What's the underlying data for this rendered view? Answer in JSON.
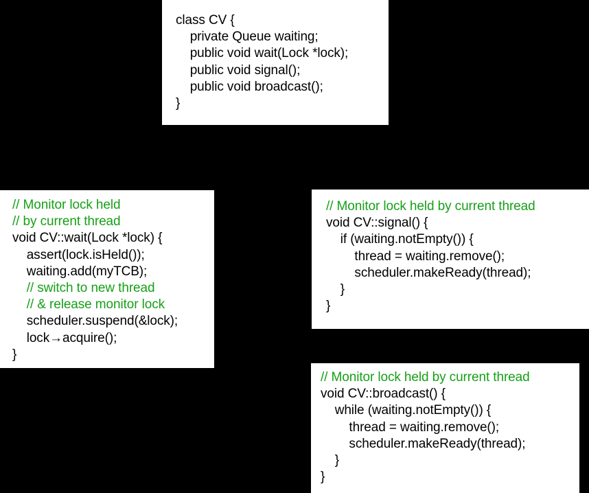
{
  "page": {
    "background_color": "#000000",
    "box_background_color": "#ffffff",
    "code_color": "#000000",
    "comment_color": "#16a016"
  },
  "boxes": [
    {
      "name": "class-cv-declaration",
      "lines": [
        {
          "text": "class CV {",
          "kind": "code"
        },
        {
          "text": "    private Queue waiting;",
          "kind": "code"
        },
        {
          "text": "    public void wait(Lock *lock);",
          "kind": "code"
        },
        {
          "text": "    public void signal();",
          "kind": "code"
        },
        {
          "text": "    public void broadcast();",
          "kind": "code"
        },
        {
          "text": "}",
          "kind": "code"
        }
      ]
    },
    {
      "name": "cv-wait-implementation",
      "lines": [
        {
          "text": "// Monitor lock held",
          "kind": "comment"
        },
        {
          "text": "// by current thread",
          "kind": "comment"
        },
        {
          "text": "void CV::wait(Lock *lock) {",
          "kind": "code"
        },
        {
          "text": "    assert(lock.isHeld());",
          "kind": "code"
        },
        {
          "text": "    waiting.add(myTCB);",
          "kind": "code"
        },
        {
          "text": "    // switch to new thread",
          "kind": "comment"
        },
        {
          "text": "    // & release monitor lock",
          "kind": "comment"
        },
        {
          "text": "    scheduler.suspend(&lock);",
          "kind": "code"
        },
        {
          "text": "    lock→acquire();",
          "kind": "code"
        },
        {
          "text": "}",
          "kind": "code"
        }
      ]
    },
    {
      "name": "cv-signal-implementation",
      "lines": [
        {
          "text": "// Monitor lock held by current thread",
          "kind": "comment"
        },
        {
          "text": "void CV::signal() {",
          "kind": "code"
        },
        {
          "text": "    if (waiting.notEmpty()) {",
          "kind": "code"
        },
        {
          "text": "        thread = waiting.remove();",
          "kind": "code"
        },
        {
          "text": "        scheduler.makeReady(thread);",
          "kind": "code"
        },
        {
          "text": "    }",
          "kind": "code"
        },
        {
          "text": "}",
          "kind": "code"
        }
      ]
    },
    {
      "name": "cv-broadcast-implementation",
      "lines": [
        {
          "text": "// Monitor lock held by current thread",
          "kind": "comment"
        },
        {
          "text": "void CV::broadcast() {",
          "kind": "code"
        },
        {
          "text": "    while (waiting.notEmpty()) {",
          "kind": "code"
        },
        {
          "text": "        thread = waiting.remove();",
          "kind": "code"
        },
        {
          "text": "        scheduler.makeReady(thread);",
          "kind": "code"
        },
        {
          "text": "    }",
          "kind": "code"
        },
        {
          "text": "}",
          "kind": "code"
        }
      ]
    }
  ]
}
